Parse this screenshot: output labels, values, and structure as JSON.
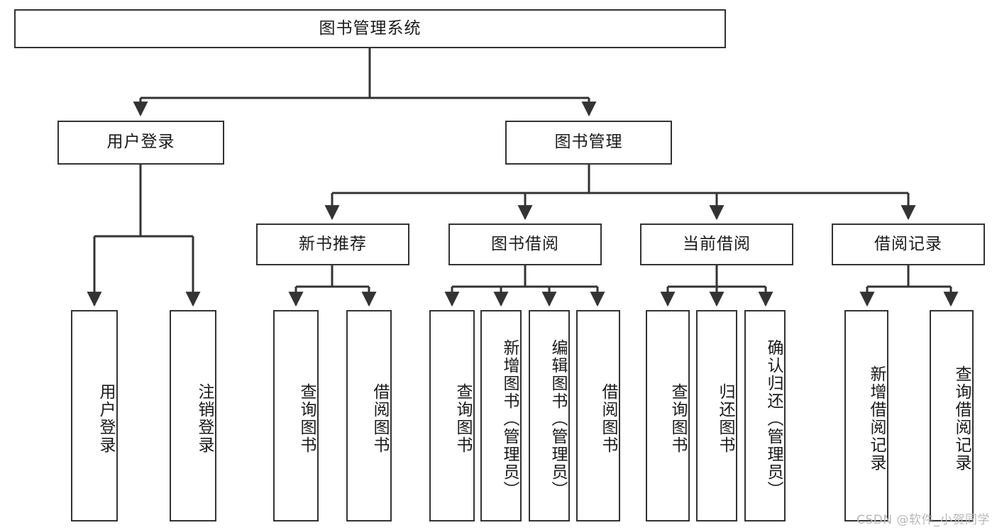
{
  "diagram": {
    "title": "图书管理系统",
    "type": "hierarchy-tree",
    "watermark": "CSDN @软件_小贺同学",
    "colors": {
      "box_border": "#333333",
      "box_fill": "#ffffff",
      "edge": "#333333",
      "text": "#1a1a1a",
      "watermark": "#b8b8b8"
    },
    "levels": {
      "root": {
        "label": "图书管理系统"
      },
      "level2": [
        {
          "id": "user-login",
          "label": "用户登录"
        },
        {
          "id": "book-management",
          "label": "图书管理"
        }
      ],
      "level3": [
        {
          "id": "new-book-recommend",
          "label": "新书推荐"
        },
        {
          "id": "book-borrow",
          "label": "图书借阅"
        },
        {
          "id": "current-borrow",
          "label": "当前借阅"
        },
        {
          "id": "borrow-record",
          "label": "借阅记录"
        }
      ],
      "leaves": {
        "user_login": [
          {
            "id": "leaf-user-login",
            "label": "用户登录"
          },
          {
            "id": "leaf-logout",
            "label": "注销登录"
          }
        ],
        "new_book_recommend": [
          {
            "id": "leaf-query-book-1",
            "label": "查询图书"
          },
          {
            "id": "leaf-borrow-book-1",
            "label": "借阅图书"
          }
        ],
        "book_borrow": [
          {
            "id": "leaf-query-book-2",
            "label": "查询图书"
          },
          {
            "id": "leaf-add-book",
            "label": "新增图书（管理员）"
          },
          {
            "id": "leaf-edit-book",
            "label": "编辑图书（管理员）"
          },
          {
            "id": "leaf-borrow-book-2",
            "label": "借阅图书"
          }
        ],
        "current_borrow": [
          {
            "id": "leaf-query-book-3",
            "label": "查询图书"
          },
          {
            "id": "leaf-return-book",
            "label": "归还图书"
          },
          {
            "id": "leaf-confirm-return",
            "label": "确认归还（管理员）"
          }
        ],
        "borrow_record": [
          {
            "id": "leaf-add-record",
            "label": "新增借阅记录"
          },
          {
            "id": "leaf-query-record",
            "label": "查询借阅记录"
          }
        ]
      }
    }
  }
}
